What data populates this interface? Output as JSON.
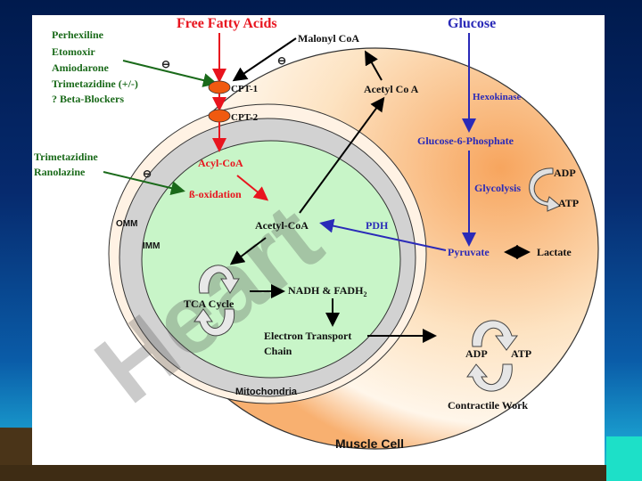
{
  "diagram": {
    "title_left": "Free Fatty Acids",
    "title_right": "Glucose",
    "inhibitors_cpt1": [
      "Perhexiline",
      "Etomoxir",
      "Amiodarone",
      "Trimetazidine (+/-)",
      "? Beta-Blockers"
    ],
    "inhibitors_beta_ox": [
      "Trimetazidine",
      "Ranolazine"
    ],
    "inhibit_symbol": "⊖",
    "labels": {
      "malonyl_coa": "Malonyl CoA",
      "acetyl_co_a_cyto": "Acetyl Co A",
      "cpt1": "CPT-1",
      "cpt2": "CPT-2",
      "acyl_coa": "Acyl-CoA",
      "beta_oxidation": "ß-oxidation",
      "acetyl_coa_mito": "Acetyl-CoA",
      "omm": "OMM",
      "imm": "IMM",
      "tca_cycle": "TCA Cycle",
      "nadh_fadh": "NADH & FADH",
      "nadh_fadh_sub": "2",
      "etc_line1": "Electron Transport",
      "etc_line2": "Chain",
      "mitochondria": "Mitochondria",
      "hexokinase": "Hexokinase",
      "g6p": "Glucose-6-Phosphate",
      "glycolysis": "Glycolysis",
      "glyco_adp": "ADP",
      "glyco_atp": "ATP",
      "pdh": "PDH",
      "pyruvate": "Pyruvate",
      "lactate": "Lactate",
      "adp": "ADP",
      "atp": "ATP",
      "contractile_work": "Contractile Work",
      "muscle_cell": "Muscle Cell",
      "watermark": "Heart"
    },
    "colors": {
      "red": "#e8141e",
      "blue": "#2a2ab8",
      "green": "#1a6a1a",
      "orange_cell": "#f7a55e",
      "mito_green": "#c8f5c8",
      "membrane_gray": "#d2d2d2",
      "cpt_orange": "#f05a10"
    }
  }
}
